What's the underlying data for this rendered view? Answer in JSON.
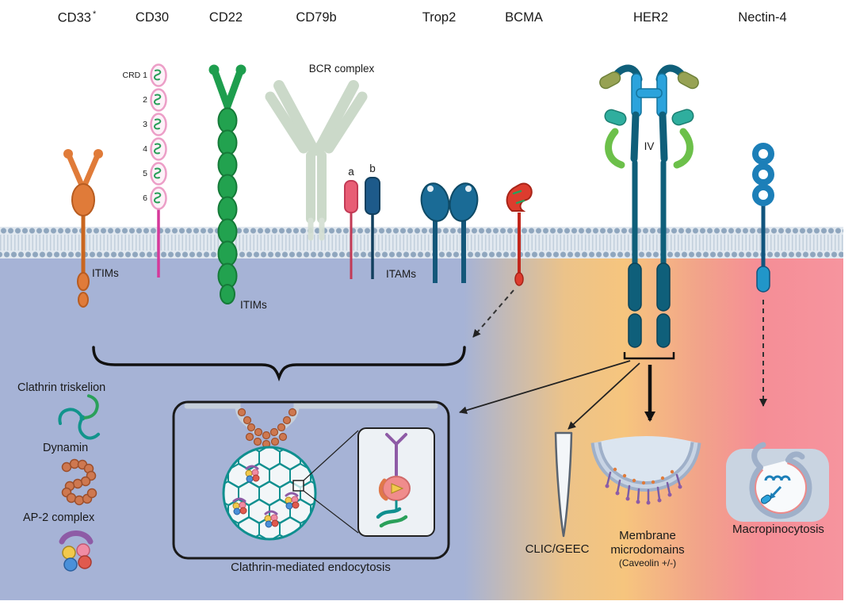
{
  "receptor_labels": {
    "cd33": "CD33",
    "cd33_asterisk": "*",
    "cd30": "CD30",
    "cd22": "CD22",
    "cd79b": "CD79b",
    "trop2": "Trop2",
    "bcma": "BCMA",
    "her2": "HER2",
    "nectin4": "Nectin-4"
  },
  "annotations": {
    "bcr_complex": "BCR complex",
    "crd_labels": [
      "CRD 1",
      "2",
      "3",
      "4",
      "5",
      "6"
    ],
    "cd33_itims": "ITIMs",
    "cd22_itims": "ITIMs",
    "itams": "ITAMs",
    "cd79a_chain": "a",
    "cd79b_chain": "b",
    "her2_domain_iv": "IV"
  },
  "legend": {
    "clathrin_triskelion": "Clathrin triskelion",
    "dynamin": "Dynamin",
    "ap2_complex": "AP-2 complex"
  },
  "pathways": {
    "clathrin_mediated": "Clathrin-mediated endocytosis",
    "clic_geec": "CLIC/GEEC",
    "membrane_microdomains_line1": "Membrane",
    "membrane_microdomains_line2": "microdomains",
    "caveolin": "(Caveolin +/-)",
    "macropinocytosis": "Macropinocytosis"
  },
  "colors": {
    "cd33_orange": "#E07B39",
    "cd30_pink": "#D6399B",
    "cd22_green": "#22A24F",
    "bcr_pale": "#C7D6C5",
    "cd79a_pink": "#E85D75",
    "cd79b_blue": "#1D5A8A",
    "trop2_blue": "#1A6B96",
    "bcma_red": "#DD3C2E",
    "her2_teal": "#0F5F7A",
    "her2_lightblue": "#2BA3DC",
    "her2_olive": "#97A254",
    "her2_green": "#6CC04A",
    "nectin_blue": "#1C7FB8",
    "clathrin_teal": "#0F8F8F",
    "dynamin_orange": "#CE7850",
    "ap2_purple": "#8E5BA6",
    "cytosol_blue": "#A6B3D6",
    "cytosol_yellow": "#F6C57E",
    "cytosol_pink": "#F58E96",
    "membrane_gray": "#8FA6BE"
  }
}
